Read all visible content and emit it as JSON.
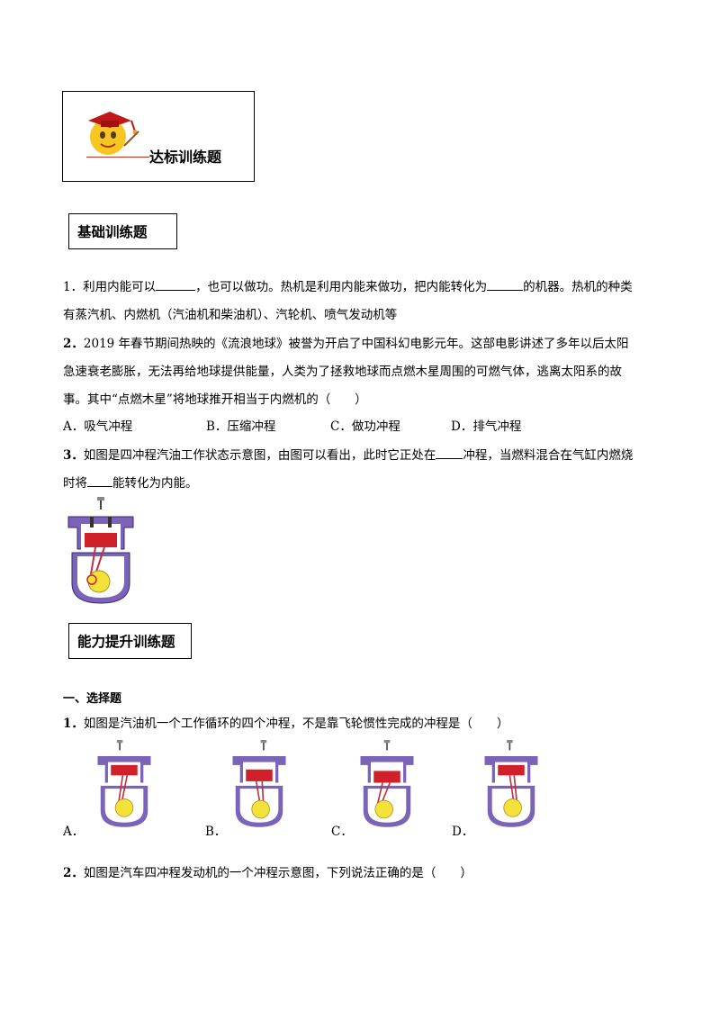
{
  "header_box": {
    "title": "达标训练题"
  },
  "basic_section": {
    "title": "基础训练题"
  },
  "q1": {
    "num": "1．",
    "line1_a": "利用内能可以",
    "line1_b": "，也可以做功。热机是利用内能来做功，把内能转化为",
    "line1_c": "的机器。热机的种类",
    "line2": "有蒸汽机、内燃机（汽油机和柴油机）、汽轮机、喷气发动机等"
  },
  "q2": {
    "num": "2．",
    "line1": "2019 年春节期间热映的《流浪地球》被誉为开启了中国科幻电影元年。这部电影讲述了多年以后太阳",
    "line2": "急速衰老膨胀，无法再给地球提供能量，人类为了拯救地球而点燃木星周围的可燃气体，逃离太阳系的故",
    "line3": "事。其中“点燃木星”将地球推开相当于内燃机的（　　）",
    "options": [
      "A．吸气冲程",
      "B．压缩冲程",
      "C．做功冲程",
      "D．排气冲程"
    ]
  },
  "q3": {
    "num": "3．",
    "line1_a": "如图是四冲程汽油工作状态示意图，由图可以看出，此时它正处在",
    "line1_b": "冲程，当燃料混合在气缸内燃烧",
    "line2_a": "时将",
    "line2_b": "能转化为内能。"
  },
  "advanced_section": {
    "title": "能力提升训练题"
  },
  "choice_heading": "一、选择题",
  "c1": {
    "num": "1．",
    "text": "如图是汽油机一个工作循环的四个冲程，不是靠飞轮惯性完成的冲程是（　　）",
    "labels": [
      "A．",
      "B．",
      "C．",
      "D．"
    ]
  },
  "c2": {
    "num": "2．",
    "text": "如图是汽车四冲程发动机的一个冲程示意图，下列说法正确的是（　　）"
  },
  "colors": {
    "engine_purple": "#7a63b8",
    "piston_red": "#d0202a",
    "flywheel_yellow": "#f3e23a"
  }
}
